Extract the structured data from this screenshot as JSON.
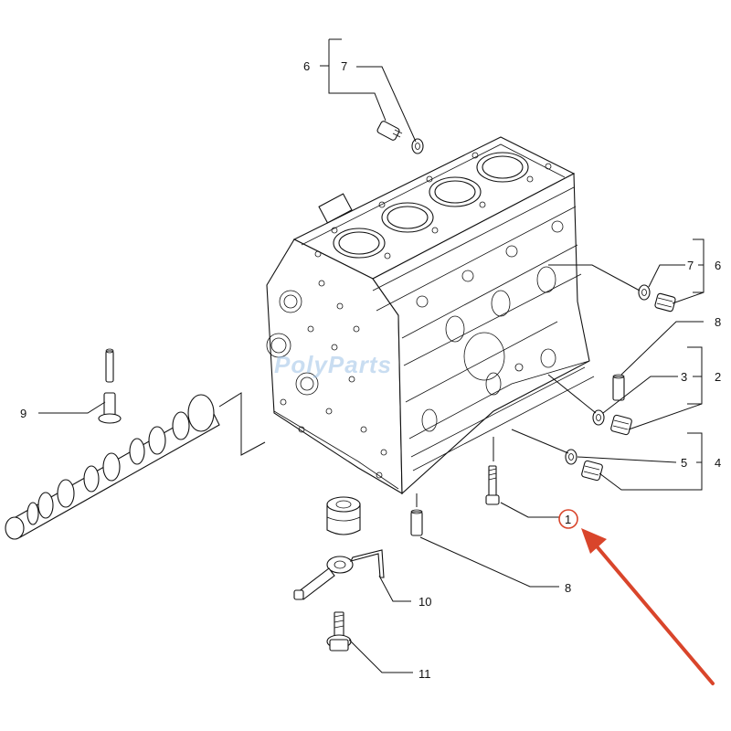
{
  "diagram": {
    "watermark": "PolyParts",
    "callouts": {
      "c1": "1",
      "c2": "2",
      "c3": "3",
      "c4": "4",
      "c5": "5",
      "c6_top": "6",
      "c7_top": "7",
      "c6_right": "6",
      "c7_right": "7",
      "c8_right": "8",
      "c8_bottom": "8",
      "c9": "9",
      "c10": "10",
      "c11": "11"
    },
    "colors": {
      "line": "#111111",
      "highlight": "#d9452b",
      "watermark": "#9ec3e6"
    }
  }
}
